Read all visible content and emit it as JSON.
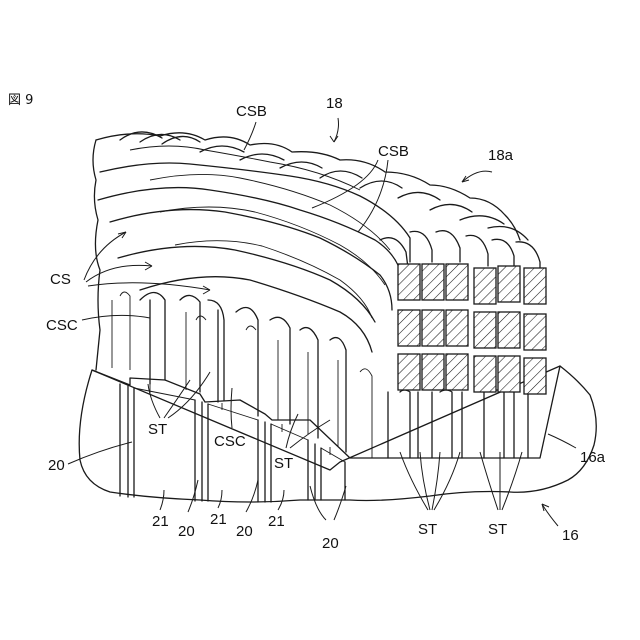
{
  "figure": {
    "title": "図 9",
    "labels": {
      "csb_top": "CSB",
      "n18": "18",
      "csb_right": "CSB",
      "n18a": "18a",
      "cs": "CS",
      "csc_left": "CSC",
      "st_left": "ST",
      "csc_mid": "CSC",
      "st_mid": "ST",
      "n20_left": "20",
      "n16a": "16a",
      "n21_a": "21",
      "n20_a": "20",
      "n21_b": "21",
      "n20_b": "20",
      "n21_c": "21",
      "n20_c": "20",
      "st_bottom_left": "ST",
      "st_bottom_right": "ST",
      "n16": "16"
    }
  }
}
